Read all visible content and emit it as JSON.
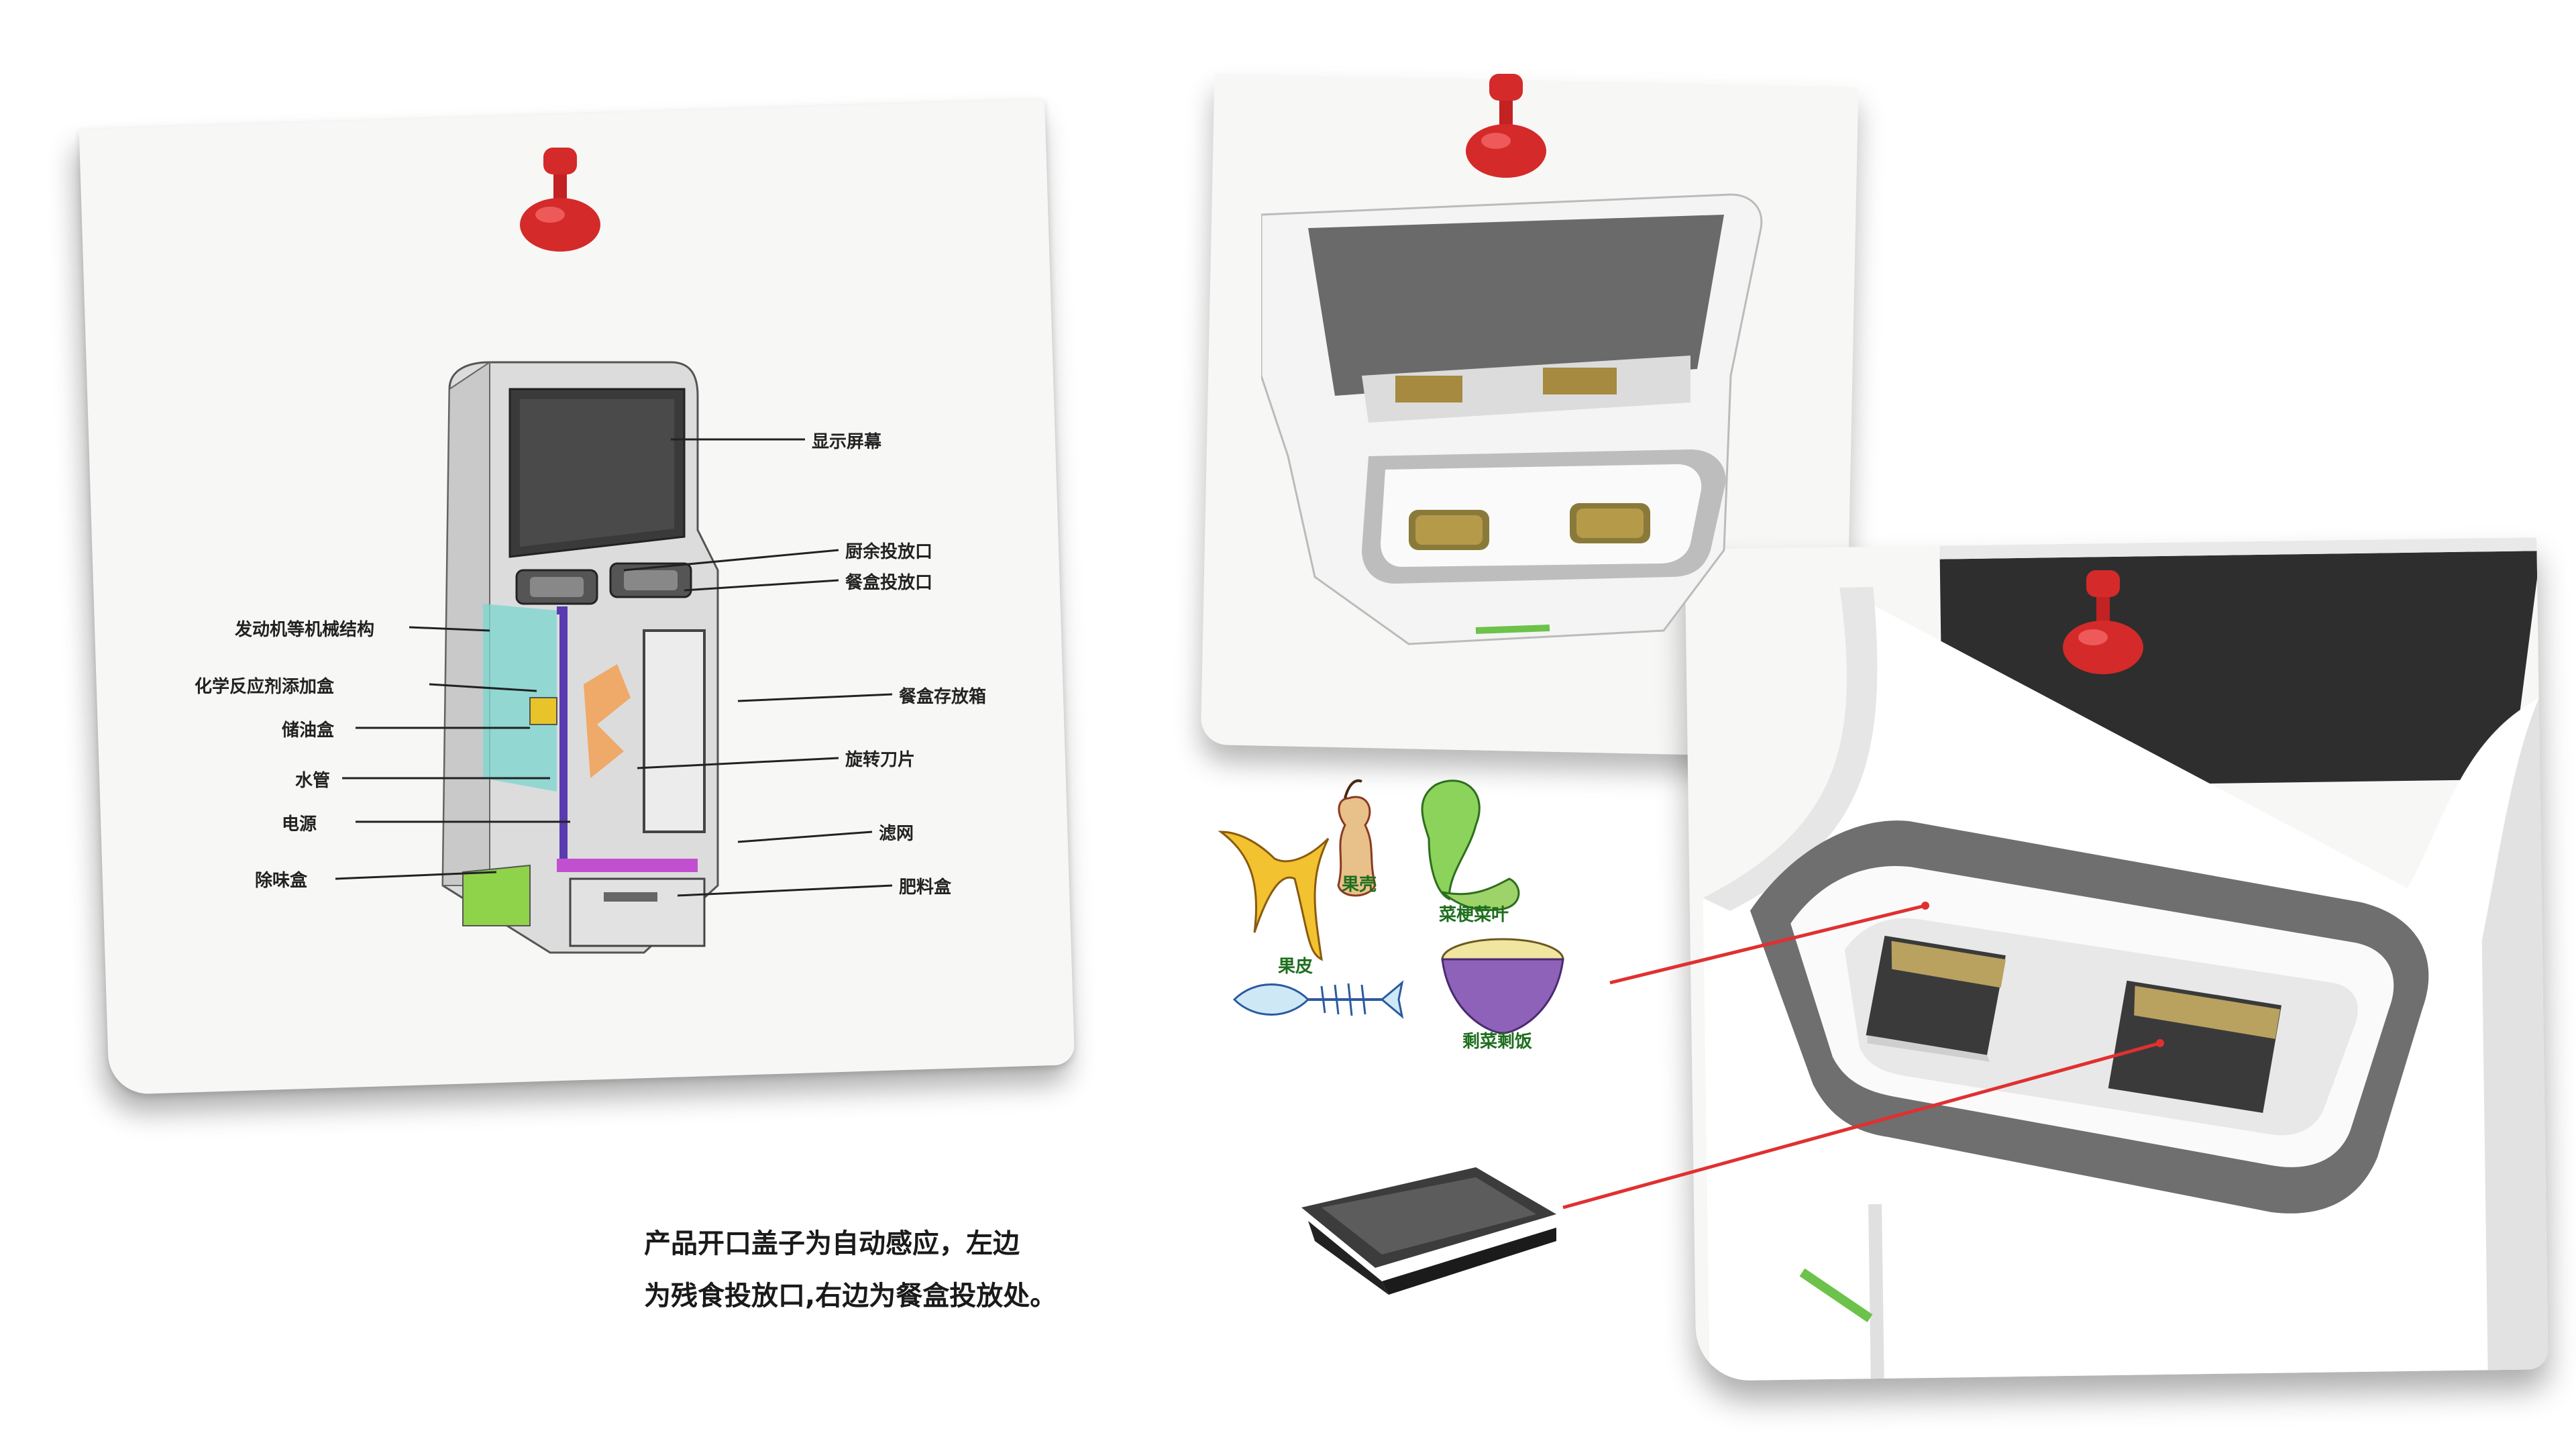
{
  "diagram": {
    "labels_right": {
      "display": "显示屏幕",
      "food_inlet": "厨余投放口",
      "box_inlet": "餐盒投放口",
      "box_storage": "餐盒存放箱",
      "blade": "旋转刀片",
      "filter": "滤网",
      "fertilizer": "肥料盒"
    },
    "labels_left": {
      "engine": "发动机等机械结构",
      "reagent": "化学反应剂添加盒",
      "oil": "储油盒",
      "pipe": "水管",
      "power": "电源",
      "deodor": "除味盒"
    }
  },
  "food_waste": {
    "shell": "果壳",
    "peel": "果皮",
    "veg": "菜梗菜叶",
    "leftover": "剩菜剩饭"
  },
  "caption": {
    "line1": "产品开口盖子为自动感应，左边",
    "line2": "为残食投放口,右边为餐盒投放处。"
  },
  "colors": {
    "pin_red": "#d42a2a",
    "pointer_red": "#e03030",
    "food_label_green": "#1e6e1e",
    "machine_gray": "#c9c9c9",
    "screen_dark": "#3a3a3a",
    "slot_gold": "#b9a160"
  }
}
